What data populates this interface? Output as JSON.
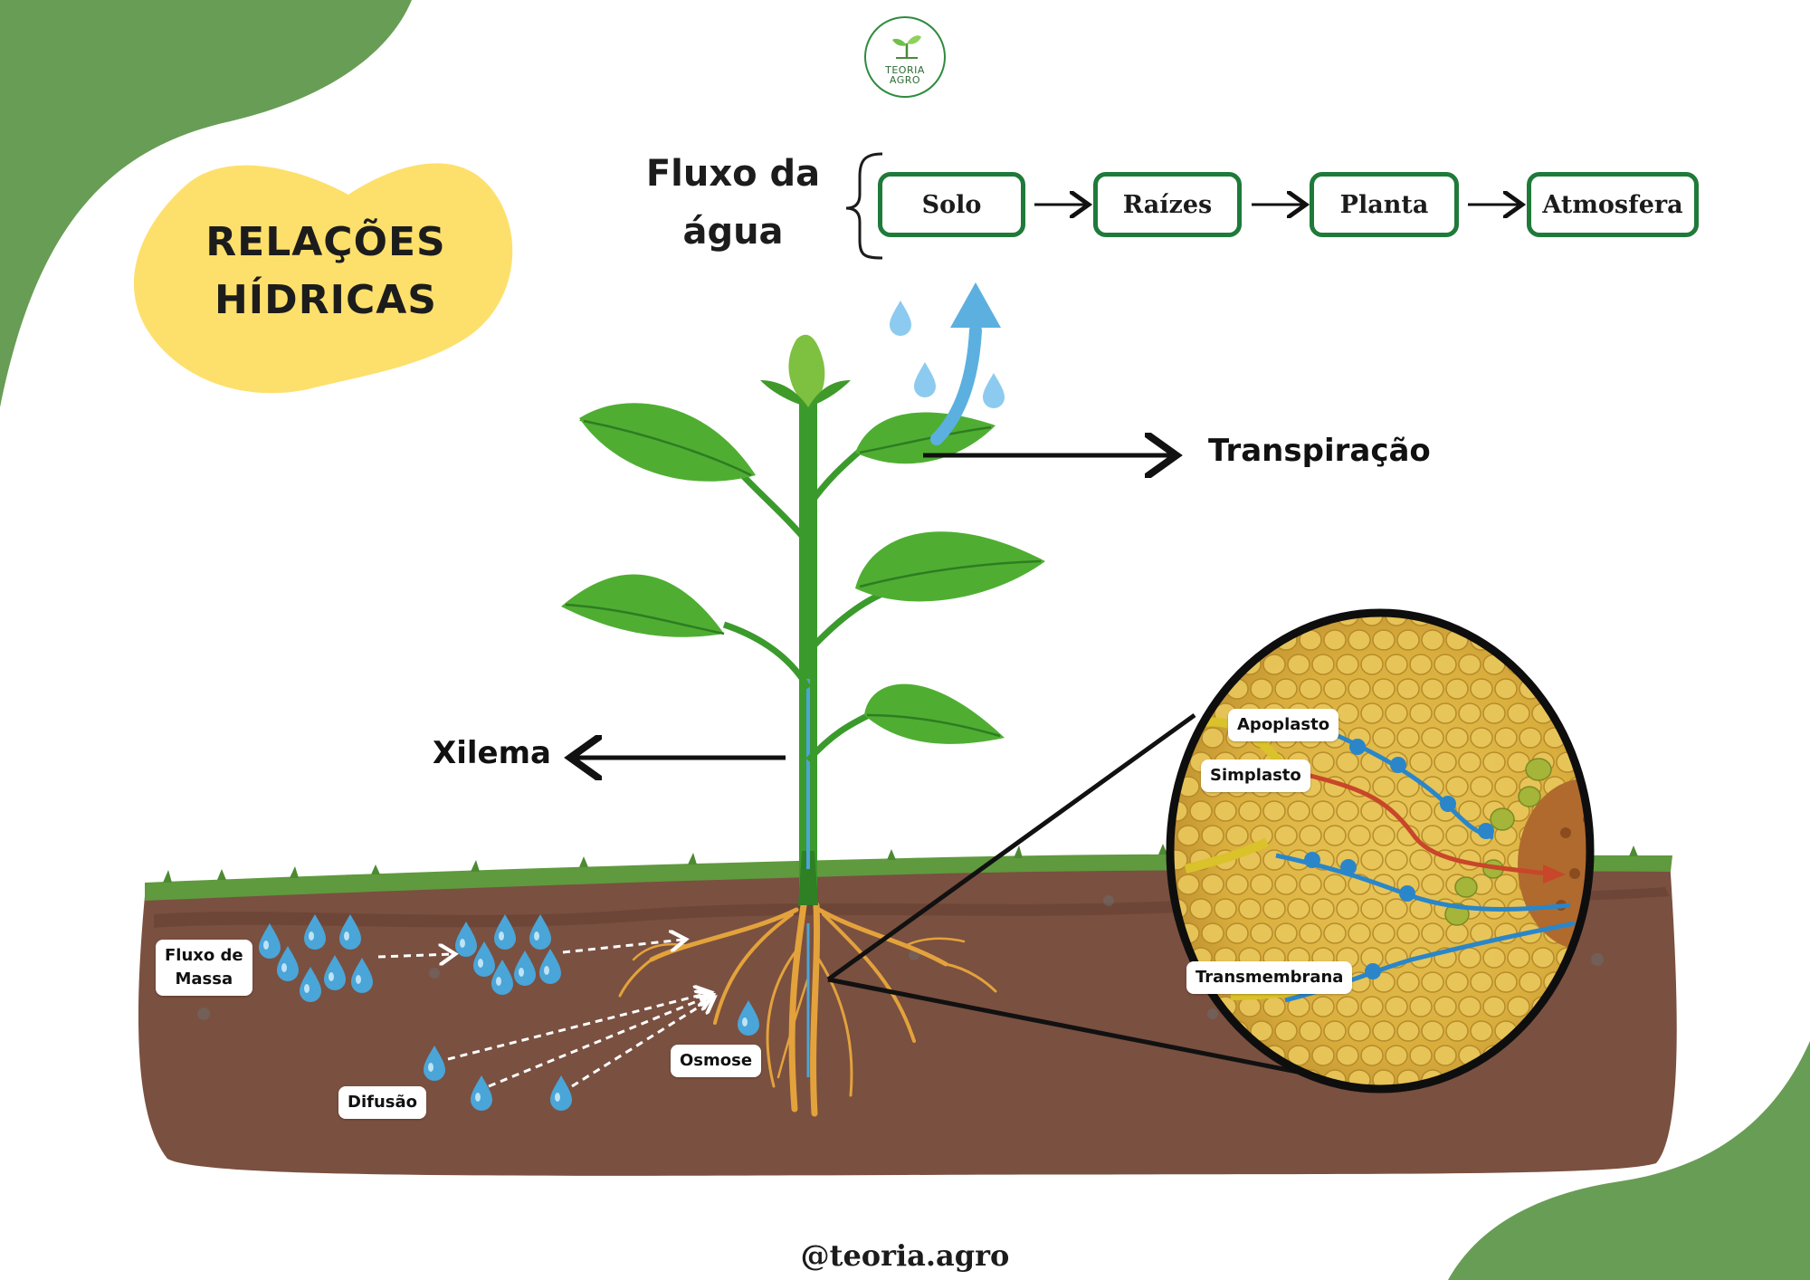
{
  "title": {
    "line1": "RELAÇÕES",
    "line2": "HÍDRICAS"
  },
  "logo": {
    "line1": "TEORIA",
    "line2": "AGRO"
  },
  "flow": {
    "title_line1": "Fluxo da",
    "title_line2": "água",
    "steps": [
      "Solo",
      "Raízes",
      "Planta",
      "Atmosfera"
    ]
  },
  "labels": {
    "transpiration": "Transpiração",
    "xylem": "Xilema",
    "mass_flow_line1": "Fluxo de",
    "mass_flow_line2": "Massa",
    "diffusion": "Difusão",
    "osmosis": "Osmose",
    "apoplast": "Apoplasto",
    "symplast": "Simplasto",
    "transmembrane": "Transmembrana"
  },
  "footer": {
    "handle": "@teoria.agro"
  },
  "colors": {
    "corner_green": "#689d55",
    "title_blob_yellow": "#fde06b",
    "box_border": "#1f7a3a",
    "leaf_green": "#3f9a2a",
    "soil_brown": "#7a5040",
    "grass_green": "#5f9a3e",
    "root_orange": "#e3a23b",
    "water_blue": "#4aa5d8",
    "transpiration_arrow": "#5bb0e0",
    "simplast_path": "#c8462a"
  },
  "icons": [
    "sprout-icon",
    "water-drop-icon",
    "arrow-right-icon",
    "arrow-left-icon",
    "curly-brace-icon"
  ]
}
